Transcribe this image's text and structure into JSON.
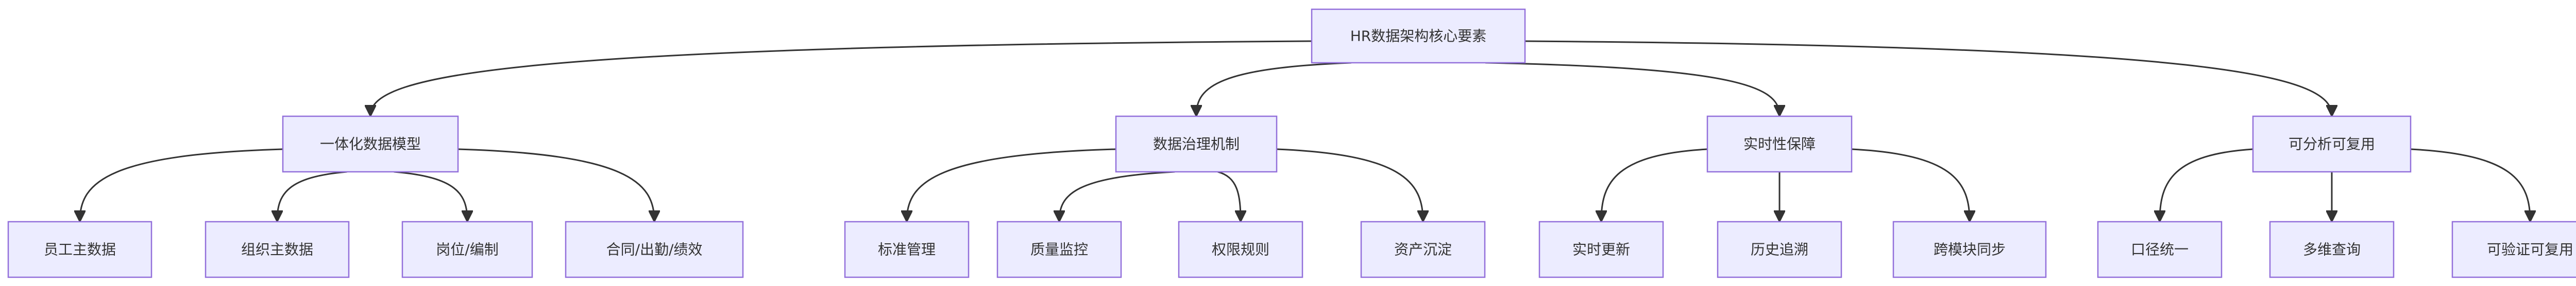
{
  "diagram": {
    "root": {
      "id": "root",
      "label": "HR数据架构核心要素"
    },
    "branches": [
      {
        "id": "b1",
        "label": "一体化数据模型",
        "children": [
          {
            "id": "b1c1",
            "label": "员工主数据"
          },
          {
            "id": "b1c2",
            "label": "组织主数据"
          },
          {
            "id": "b1c3",
            "label": "岗位/编制"
          },
          {
            "id": "b1c4",
            "label": "合同/出勤/绩效"
          }
        ]
      },
      {
        "id": "b2",
        "label": "数据治理机制",
        "children": [
          {
            "id": "b2c1",
            "label": "标准管理"
          },
          {
            "id": "b2c2",
            "label": "质量监控"
          },
          {
            "id": "b2c3",
            "label": "权限规则"
          },
          {
            "id": "b2c4",
            "label": "资产沉淀"
          }
        ]
      },
      {
        "id": "b3",
        "label": "实时性保障",
        "children": [
          {
            "id": "b3c1",
            "label": "实时更新"
          },
          {
            "id": "b3c2",
            "label": "历史追溯"
          },
          {
            "id": "b3c3",
            "label": "跨模块同步"
          }
        ]
      },
      {
        "id": "b4",
        "label": "可分析可复用",
        "children": [
          {
            "id": "b4c1",
            "label": "口径统一"
          },
          {
            "id": "b4c2",
            "label": "多维查询"
          },
          {
            "id": "b4c3",
            "label": "可验证可复用"
          }
        ]
      }
    ],
    "colors": {
      "node_fill": "#ECECFF",
      "node_stroke": "#9370DB",
      "edge": "#333333",
      "text": "#333333"
    }
  }
}
